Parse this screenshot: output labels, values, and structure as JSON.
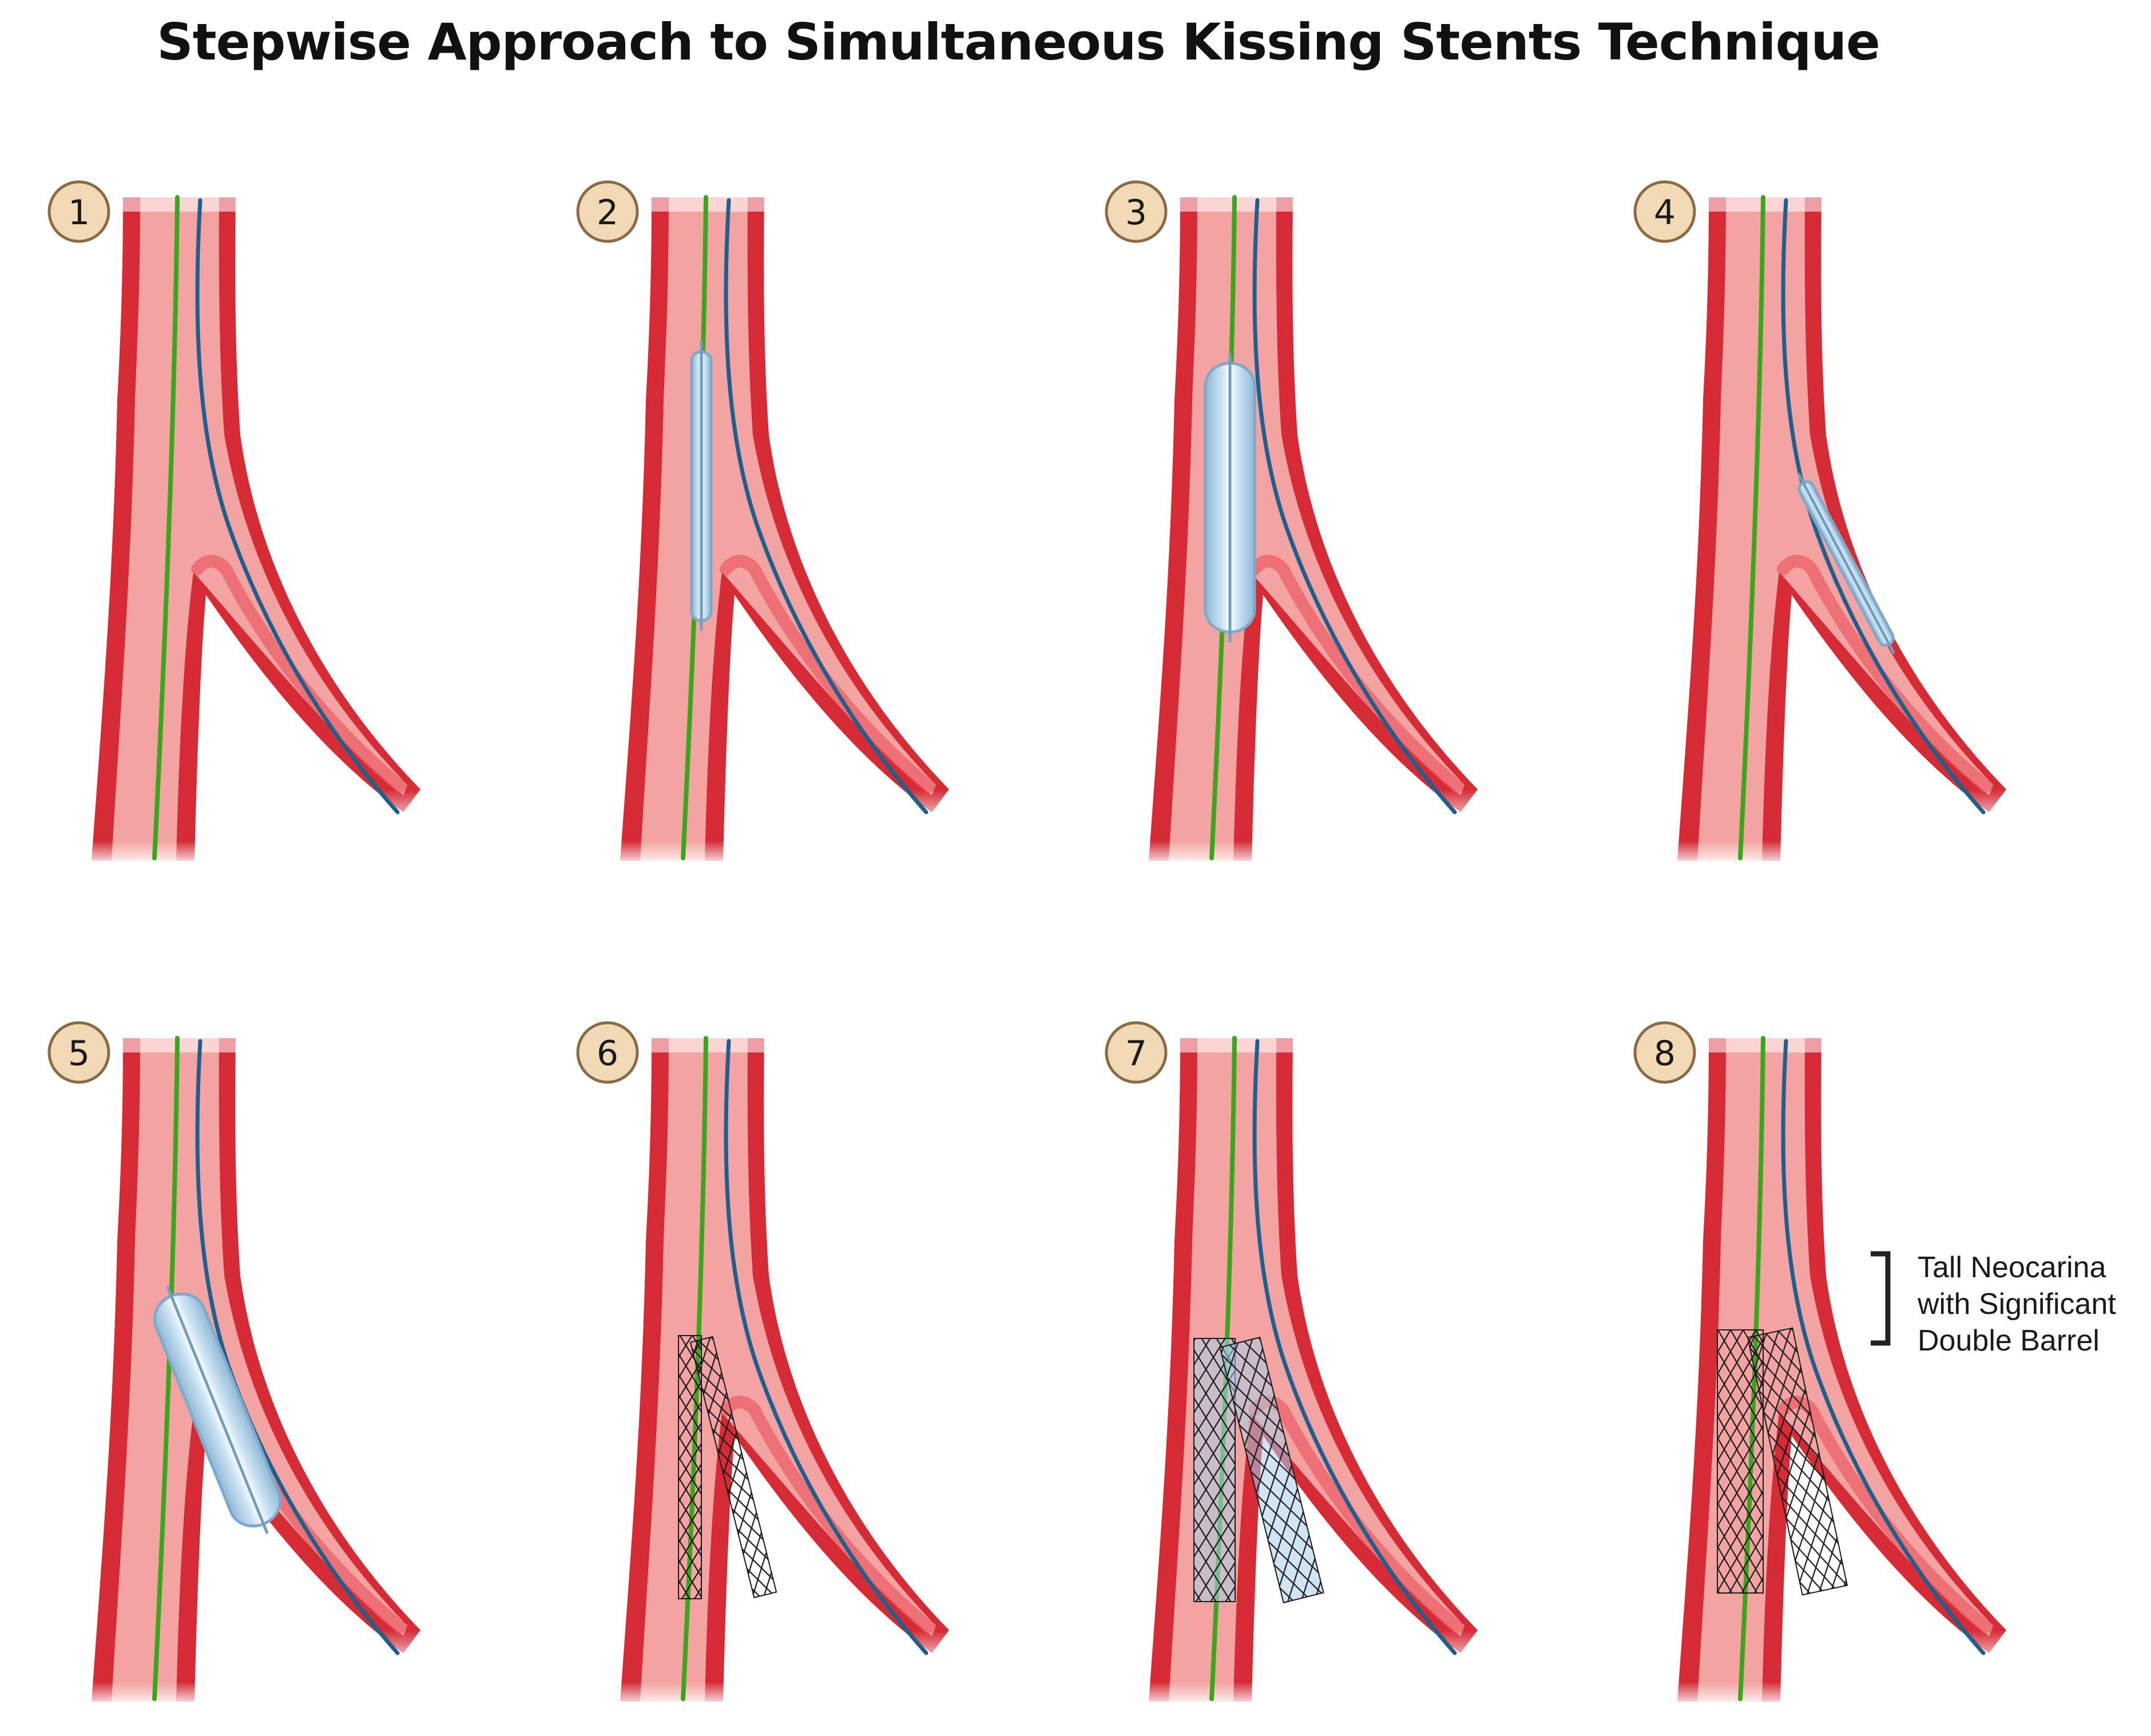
{
  "title": "Stepwise Approach to Simultaneous Kissing Stents Technique",
  "steps": [
    {
      "number": "1",
      "devices": []
    },
    {
      "number": "2",
      "devices": [
        "main-balloon-deflated"
      ]
    },
    {
      "number": "3",
      "devices": [
        "main-balloon-inflated"
      ]
    },
    {
      "number": "4",
      "devices": [
        "side-balloon-deflated"
      ]
    },
    {
      "number": "5",
      "devices": [
        "side-balloon-inflated"
      ]
    },
    {
      "number": "6",
      "devices": [
        "kissing-stents-crimped"
      ]
    },
    {
      "number": "7",
      "devices": [
        "kissing-stents-expanding"
      ]
    },
    {
      "number": "8",
      "devices": [
        "kissing-stents-deployed"
      ]
    }
  ],
  "annotation": {
    "lines": [
      "Tall Neocarina",
      "with Significant",
      "Double Barrel"
    ]
  },
  "colors": {
    "vessel_wall": "#d62b35",
    "vessel_lumen": "#f3a3a1",
    "vessel_highlight": "#e85a62",
    "main_wire": "#3aa61c",
    "side_wire": "#1f5f8c",
    "balloon": "#a8cde6",
    "stent_strut": "#1a1a1a",
    "badge_fill": "#f2d9b6",
    "badge_border": "#8a6a44"
  },
  "icons": {
    "step_badge": "numbered-circle",
    "bracket": "right-square-bracket"
  }
}
